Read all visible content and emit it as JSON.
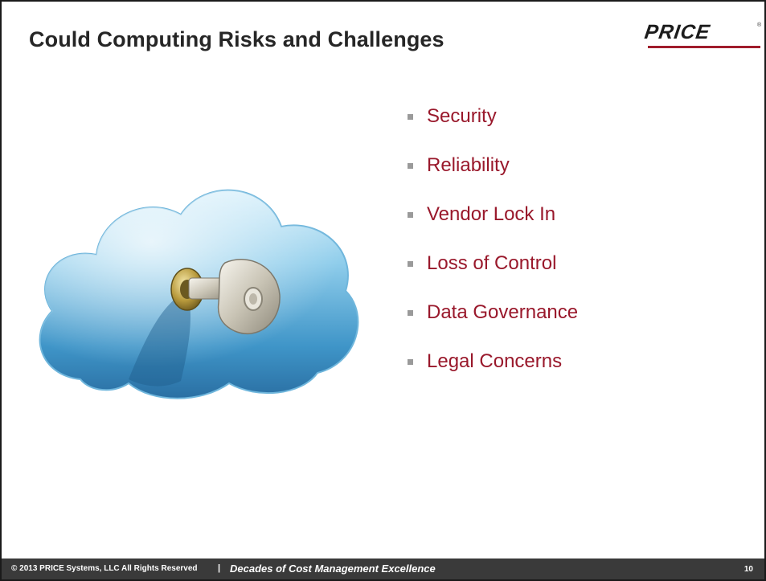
{
  "slide": {
    "title": "Could Computing Risks and Challenges",
    "logo_text": "PRICE",
    "logo_mark": "®",
    "bullets": [
      "Security",
      "Reliability",
      "Vendor Lock In",
      "Loss of Control",
      "Data Governance",
      "Legal Concerns"
    ],
    "illustration": "cloud-with-key",
    "colors": {
      "bullet_text": "#99182b",
      "title_text": "#262626",
      "footer_bg": "#3a3a3a",
      "logo_accent": "#a01c2c"
    }
  },
  "footer": {
    "copyright": "© 2013 PRICE Systems, LLC All Rights Reserved",
    "separator": "|",
    "tagline": "Decades of Cost Management Excellence",
    "page_number": "10"
  }
}
